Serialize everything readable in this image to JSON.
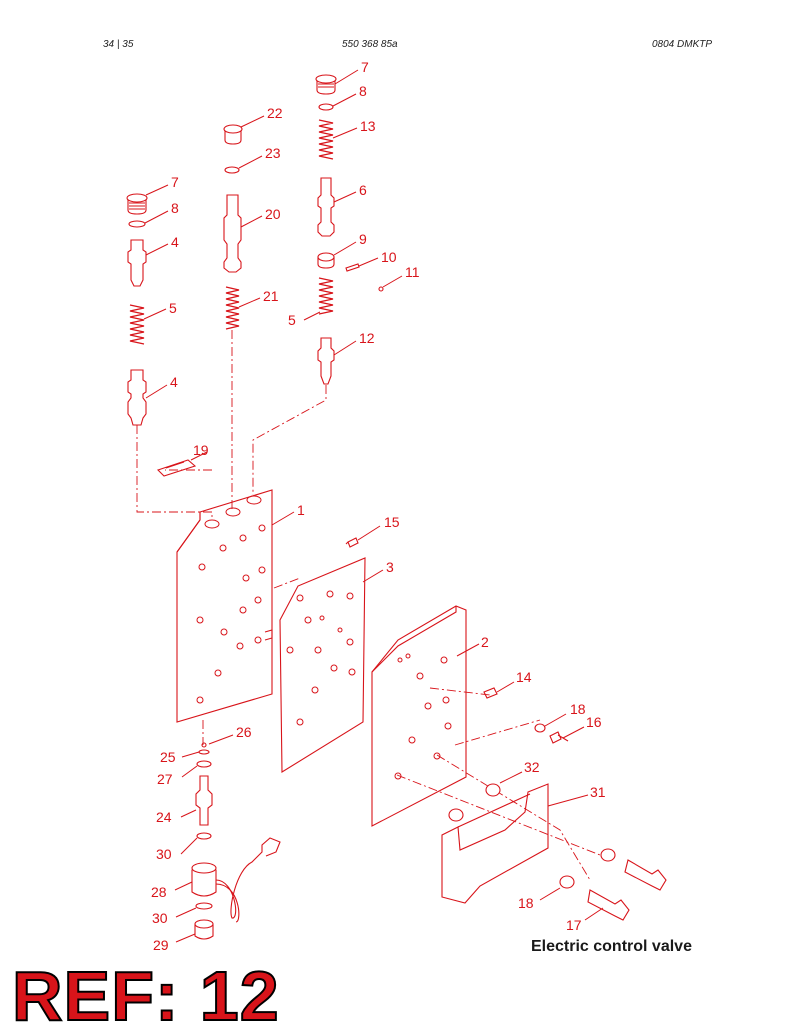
{
  "header": {
    "page": "34 |   35",
    "doc_number": "550 368 85a",
    "revision": "0804 DMKTP"
  },
  "caption": "Electric control valve",
  "ref_banner": "REF: 12",
  "colors": {
    "accent": "#d8141a",
    "text": "#1a1a1a"
  },
  "callouts": {
    "c7a": "7",
    "c8a": "8",
    "c13": "13",
    "c22": "22",
    "c23": "23",
    "c7b": "7",
    "c8b": "8",
    "c6": "6",
    "c20": "20",
    "c4a": "4",
    "c9": "9",
    "c10": "10",
    "c11": "11",
    "c5a": "5",
    "c21": "21",
    "c5b": "5",
    "c12": "12",
    "c4b": "4",
    "c19": "19",
    "c1": "1",
    "c15": "15",
    "c3": "3",
    "c2": "2",
    "c14": "14",
    "c18a": "18",
    "c16": "16",
    "c26": "26",
    "c25": "25",
    "c27": "27",
    "c32": "32",
    "c31": "31",
    "c24": "24",
    "c30a": "30",
    "c28": "28",
    "c18b": "18",
    "c30b": "30",
    "c17": "17",
    "c29": "29"
  }
}
